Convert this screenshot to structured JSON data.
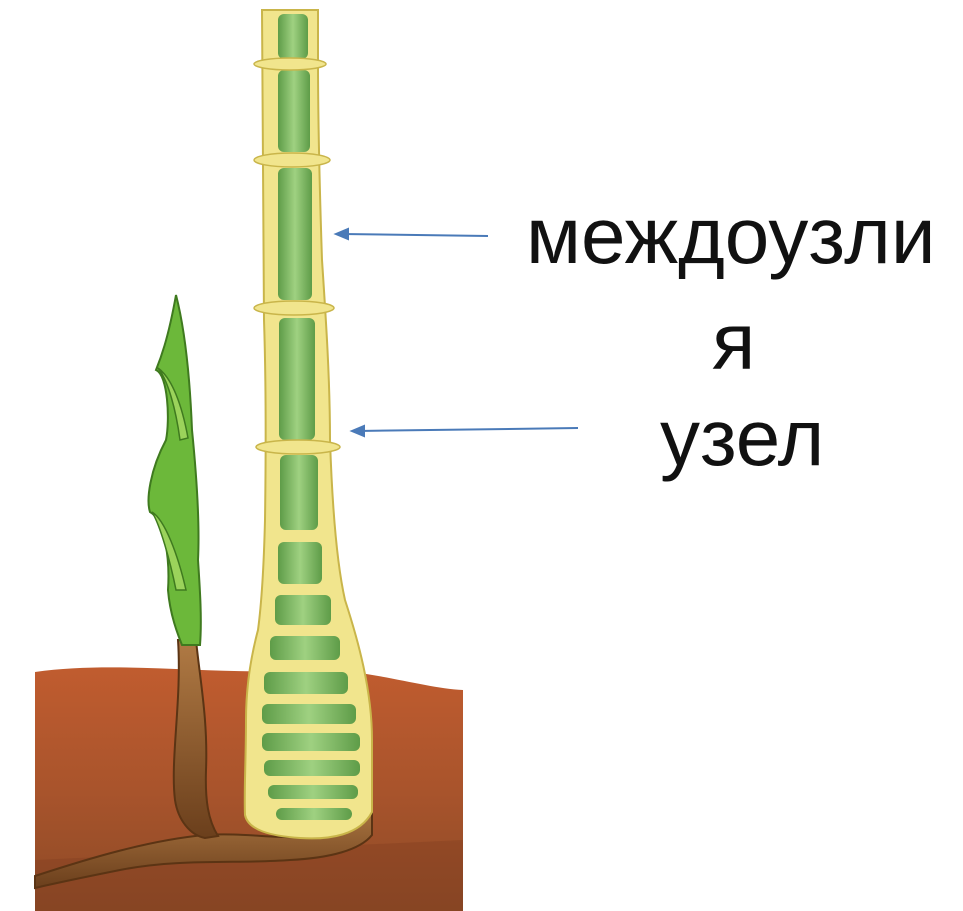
{
  "labels": {
    "internode_line1": "междоузли",
    "internode_line2": "я",
    "node": "узел"
  },
  "colors": {
    "soil": "#a9542c",
    "soil_dark": "#7e3d1f",
    "stem_green": "#86c46a",
    "stem_outline": "#f1e58d",
    "rhizome": "#8a5a2e",
    "shoot_green": "#5da22f",
    "arrow": "#4a7ab8"
  }
}
